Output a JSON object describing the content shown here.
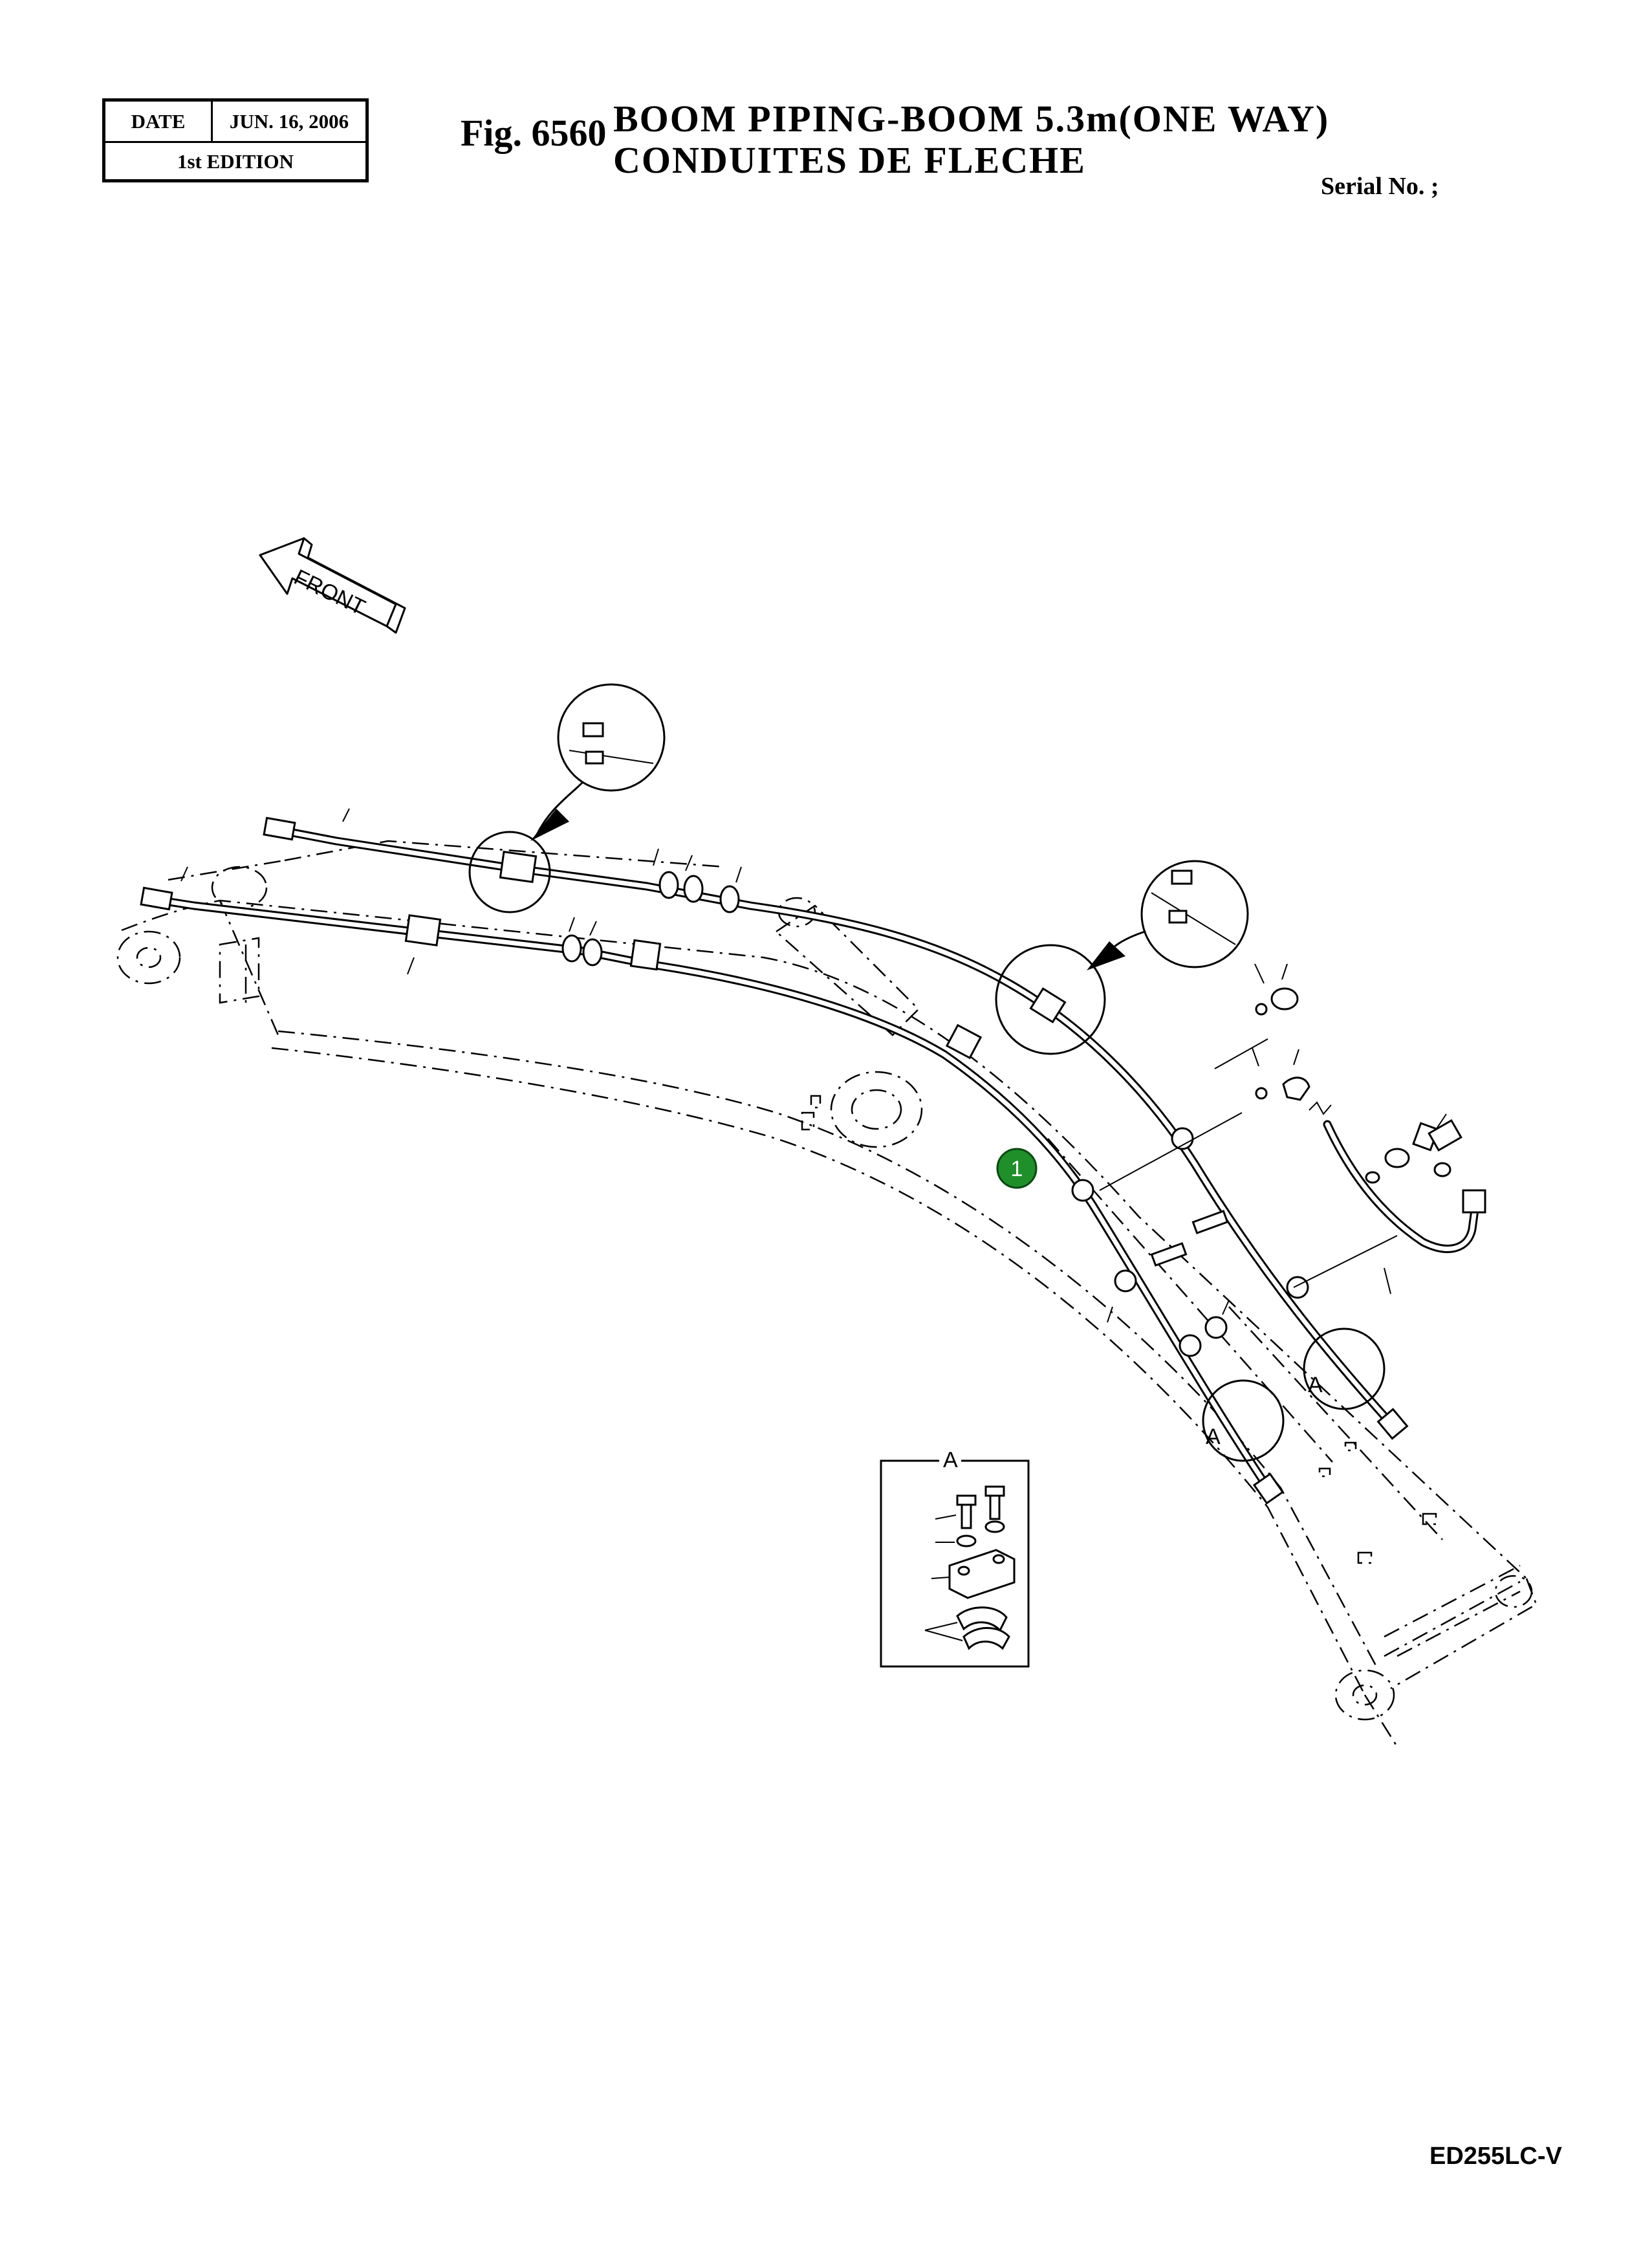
{
  "header": {
    "date_label": "DATE",
    "date_value": "JUN. 16, 2006",
    "edition": "1st EDITION",
    "fig_number": "Fig. 6560",
    "title_en": "BOOM  PIPING-BOOM  5.3m(ONE  WAY)",
    "title_fr": "CONDUITES  DE  FLECHE",
    "serial": "Serial No. ;"
  },
  "diagram": {
    "front_arrow_label": "FRONT",
    "detail_label": "A",
    "callout_label_1": "A",
    "callout_label_2": "A",
    "hotspot_label": "1",
    "hotspot_color": "#1f8f2a"
  },
  "footer": {
    "model": "ED255LC-V"
  }
}
